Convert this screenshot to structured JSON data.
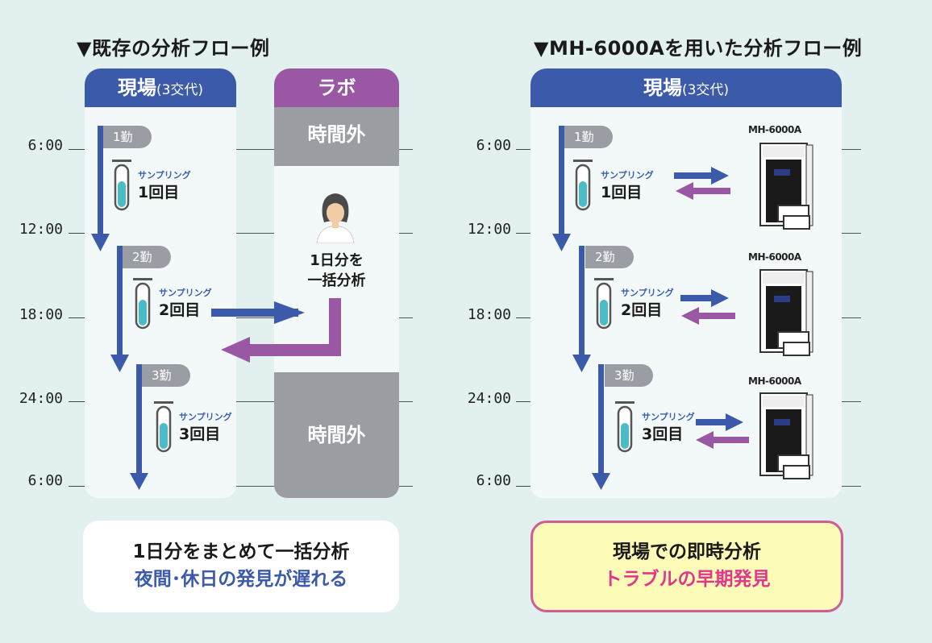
{
  "left": {
    "title": "▼既存の分析フロー例",
    "site_header": "現場",
    "site_header_small": "(3交代)",
    "lab_header": "ラボ",
    "off_hours_top": "時間外",
    "off_hours_bottom": "時間外",
    "lab_text_line1": "1日分を",
    "lab_text_line2": "一括分析",
    "box_line1": "1日分をまとめて一括分析",
    "box_line2": "夜間･休日の発見が遅れる"
  },
  "right": {
    "title": "▼MH-6000Aを用いた分析フロー例",
    "site_header": "現場",
    "site_header_small": "(3交代)",
    "device_label": "MH-6000A",
    "box_line1": "現場での即時分析",
    "box_line2": "トラブルの早期発見"
  },
  "times": [
    "6:00",
    "12:00",
    "18:00",
    "24:00",
    "6:00"
  ],
  "shifts": [
    "1勤",
    "2勤",
    "3勤"
  ],
  "sampling_label": "サンプリング",
  "sampling_counts": [
    "1回目",
    "2回目",
    "3回目"
  ],
  "icons": [
    "down-arrow-icon",
    "test-tube-icon",
    "exchange-arrows-icon",
    "analyzer-device-icon",
    "technician-icon"
  ],
  "colors": {
    "blue": "#3c5aaa",
    "purple": "#9a57a4",
    "gray": "#9a9ea3",
    "background": "#e2f0ef",
    "highlight_box": "#fdfbb8",
    "highlight_border": "#d05c95",
    "pink_text": "#e2368a"
  }
}
